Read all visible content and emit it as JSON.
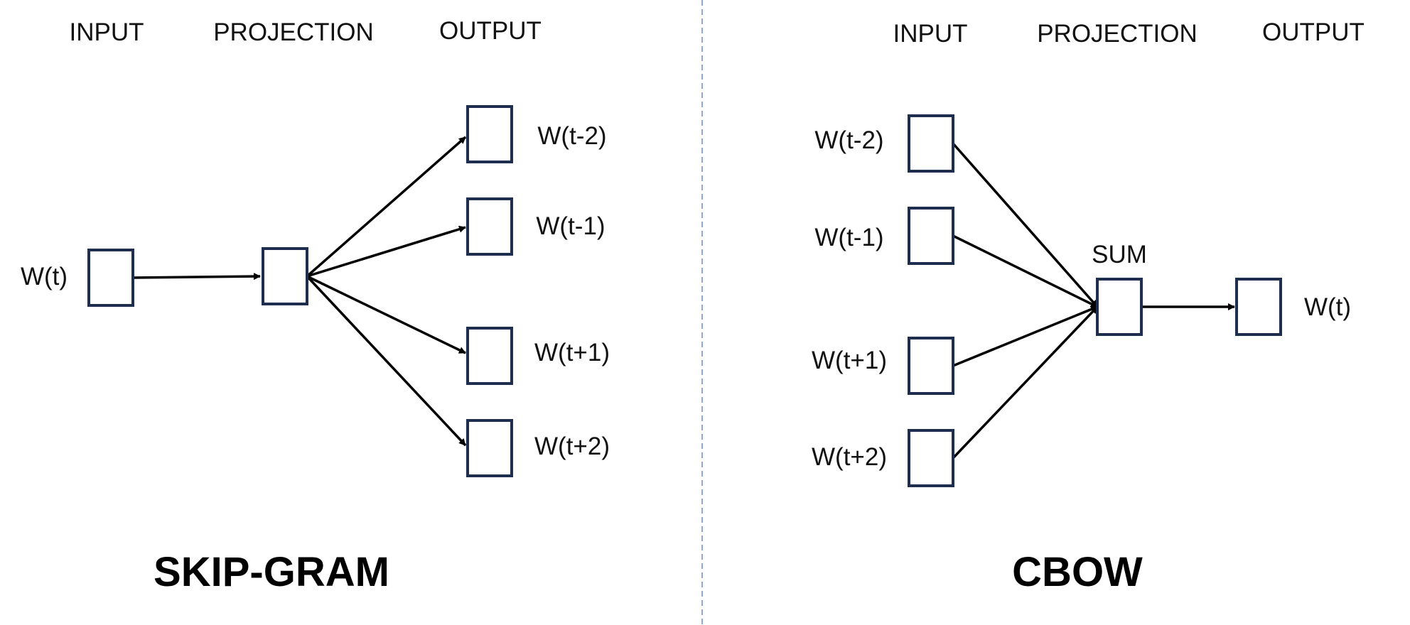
{
  "skipgram": {
    "headers": {
      "input": "INPUT",
      "projection": "PROJECTION",
      "output": "OUTPUT"
    },
    "input_label": "W(t)",
    "output_labels": [
      "W(t-2)",
      "W(t-1)",
      "W(t+1)",
      "W(t+2)"
    ],
    "title": "SKIP-GRAM"
  },
  "cbow": {
    "headers": {
      "input": "INPUT",
      "projection": "PROJECTION",
      "output": "OUTPUT"
    },
    "input_labels": [
      "W(t-2)",
      "W(t-1)",
      "W(t+1)",
      "W(t+2)"
    ],
    "projection_label": "SUM",
    "output_label": "W(t)",
    "title": "CBOW"
  },
  "colors": {
    "box_stroke": "#1f2d4e",
    "divider": "#8ea9d4",
    "arrow": "#000000"
  }
}
